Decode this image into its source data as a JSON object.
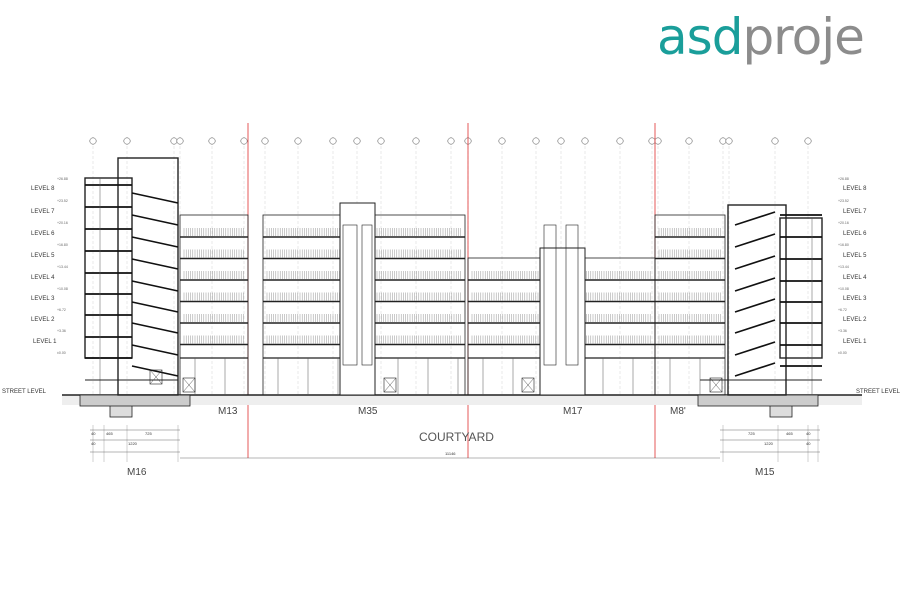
{
  "logo": {
    "part1": "asd",
    "part2": "proje",
    "colors": {
      "part1": "#1a9e9a",
      "part2": "#8c8c8c"
    }
  },
  "levels": [
    "LEVEL 8",
    "LEVEL 7",
    "LEVEL 6",
    "LEVEL 5",
    "LEVEL 4",
    "LEVEL 3",
    "LEVEL 2",
    "LEVEL 1"
  ],
  "street_level": "STREET LEVEL",
  "elevations": [
    "+26.88",
    "+23.52",
    "+20.16",
    "+16.80",
    "+13.44",
    "+10.08",
    "+6.72",
    "+3.36",
    "±0.00"
  ],
  "blocks": {
    "m13": "M13",
    "m35": "M35",
    "m17": "M17",
    "m8": "M8'",
    "m16": "M16",
    "m15": "M15"
  },
  "courtyard": "COURTYARD",
  "dimensions": {
    "d40": "40",
    "d465": "465",
    "d725": "725",
    "d1220": "1220",
    "total": "11146"
  },
  "accent_colors": {
    "grid_red": "#e03030"
  }
}
